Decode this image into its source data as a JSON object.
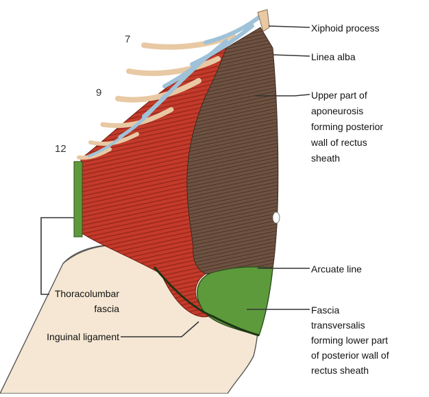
{
  "rib_numbers": {
    "rib7": "7",
    "rib9": "9",
    "rib12": "12"
  },
  "labels": {
    "xiphoid": "Xiphoid process",
    "linea_alba": "Linea alba",
    "upper_aponeurosis": [
      "Upper part of",
      "aponeurosis",
      "forming posterior",
      "wall of rectus",
      "sheath"
    ],
    "arcuate": "Arcuate line",
    "thoracolumbar": [
      "Thoracolumbar",
      "fascia"
    ],
    "inguinal": "Inguinal ligament",
    "fascia_transversalis": [
      "Fascia",
      "transversalis",
      "forming lower part",
      "of posterior wall of",
      "rectus sheath"
    ]
  },
  "colors": {
    "muscle": "#c43a2a",
    "aponeurosis": "#6b5040",
    "fascia_green": "#5d9a3c",
    "fascia_edge": "#3e6b2a",
    "rib": "#e8c9a4",
    "cartilage": "#9fc2d8",
    "skin": "#f5e7d3",
    "line": "#333333"
  }
}
